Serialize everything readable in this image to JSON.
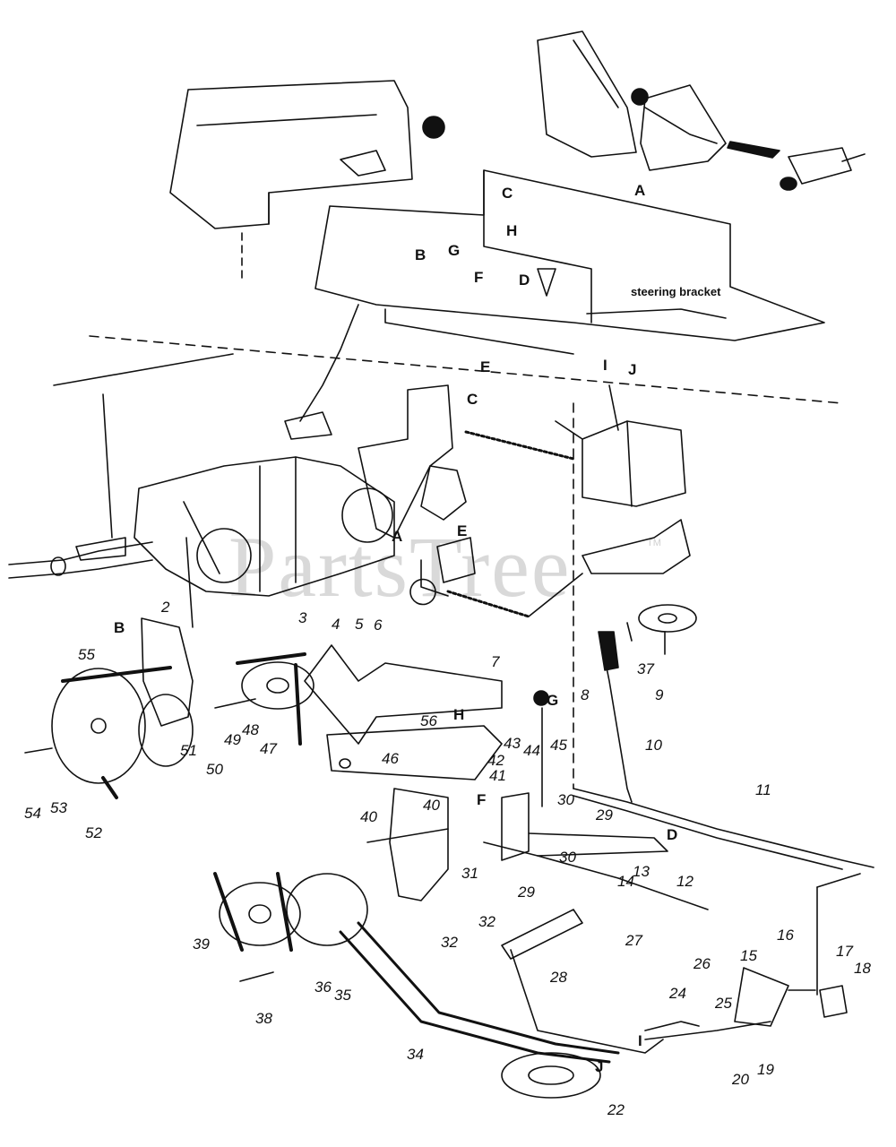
{
  "watermark": {
    "text": "PartsTree",
    "trademark": "TM",
    "color": "#d9d9d9"
  },
  "note": "steering bracket",
  "letters": [
    "A",
    "C",
    "B",
    "G",
    "H",
    "F",
    "D",
    "E",
    "I",
    "J",
    "C",
    "A",
    "E",
    "B",
    "H",
    "G",
    "F",
    "D",
    "J",
    "I"
  ],
  "numbers": [
    "2",
    "3",
    "4",
    "5",
    "6",
    "7",
    "8",
    "9",
    "10",
    "11",
    "12",
    "13",
    "14",
    "15",
    "16",
    "17",
    "18",
    "19",
    "20",
    "22",
    "24",
    "25",
    "26",
    "27",
    "28",
    "29",
    "29",
    "30",
    "30",
    "31",
    "32",
    "32",
    "34",
    "35",
    "36",
    "37",
    "38",
    "39",
    "40",
    "40",
    "41",
    "42",
    "43",
    "44",
    "45",
    "46",
    "47",
    "48",
    "49",
    "50",
    "51",
    "52",
    "53",
    "54",
    "55",
    "56"
  ]
}
